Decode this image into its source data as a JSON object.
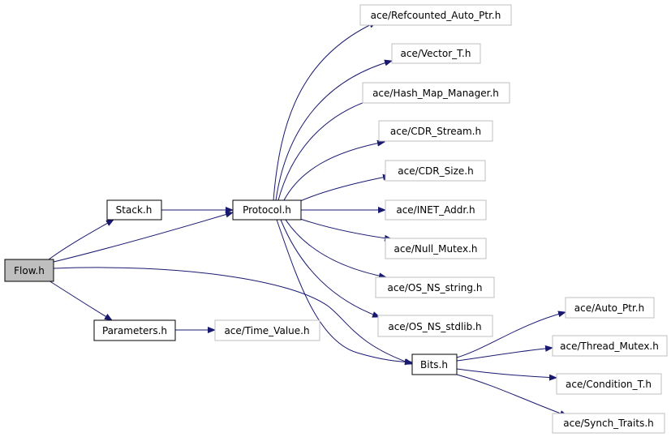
{
  "colors": {
    "edge": "#191970",
    "border_dark": "#000000",
    "border_light": "#bfbfbf",
    "root_fill": "#bfbfbf",
    "fill": "#ffffff"
  },
  "nodes": {
    "flow": {
      "label": "Flow.h",
      "style": "root"
    },
    "stack": {
      "label": "Stack.h",
      "style": "dark"
    },
    "parameters": {
      "label": "Parameters.h",
      "style": "dark"
    },
    "protocol": {
      "label": "Protocol.h",
      "style": "dark"
    },
    "bits": {
      "label": "Bits.h",
      "style": "dark"
    },
    "time_value": {
      "label": "ace/Time_Value.h",
      "style": "light"
    },
    "refcounted": {
      "label": "ace/Refcounted_Auto_Ptr.h",
      "style": "light"
    },
    "vector_t": {
      "label": "ace/Vector_T.h",
      "style": "light"
    },
    "hash_map": {
      "label": "ace/Hash_Map_Manager.h",
      "style": "light"
    },
    "cdr_stream": {
      "label": "ace/CDR_Stream.h",
      "style": "light"
    },
    "cdr_size": {
      "label": "ace/CDR_Size.h",
      "style": "light"
    },
    "inet_addr": {
      "label": "ace/INET_Addr.h",
      "style": "light"
    },
    "null_mutex": {
      "label": "ace/Null_Mutex.h",
      "style": "light"
    },
    "os_string": {
      "label": "ace/OS_NS_string.h",
      "style": "light"
    },
    "os_stdlib": {
      "label": "ace/OS_NS_stdlib.h",
      "style": "light"
    },
    "auto_ptr": {
      "label": "ace/Auto_Ptr.h",
      "style": "light"
    },
    "thread_mutex": {
      "label": "ace/Thread_Mutex.h",
      "style": "light"
    },
    "condition_t": {
      "label": "ace/Condition_T.h",
      "style": "light"
    },
    "synch_traits": {
      "label": "ace/Synch_Traits.h",
      "style": "light"
    }
  },
  "edges": [
    [
      "flow",
      "stack"
    ],
    [
      "flow",
      "protocol"
    ],
    [
      "flow",
      "parameters"
    ],
    [
      "flow",
      "bits"
    ],
    [
      "stack",
      "protocol"
    ],
    [
      "parameters",
      "time_value"
    ],
    [
      "protocol",
      "refcounted"
    ],
    [
      "protocol",
      "vector_t"
    ],
    [
      "protocol",
      "hash_map"
    ],
    [
      "protocol",
      "cdr_stream"
    ],
    [
      "protocol",
      "cdr_size"
    ],
    [
      "protocol",
      "inet_addr"
    ],
    [
      "protocol",
      "null_mutex"
    ],
    [
      "protocol",
      "os_string"
    ],
    [
      "protocol",
      "os_stdlib"
    ],
    [
      "protocol",
      "bits"
    ],
    [
      "bits",
      "auto_ptr"
    ],
    [
      "bits",
      "thread_mutex"
    ],
    [
      "bits",
      "condition_t"
    ],
    [
      "bits",
      "synch_traits"
    ]
  ]
}
